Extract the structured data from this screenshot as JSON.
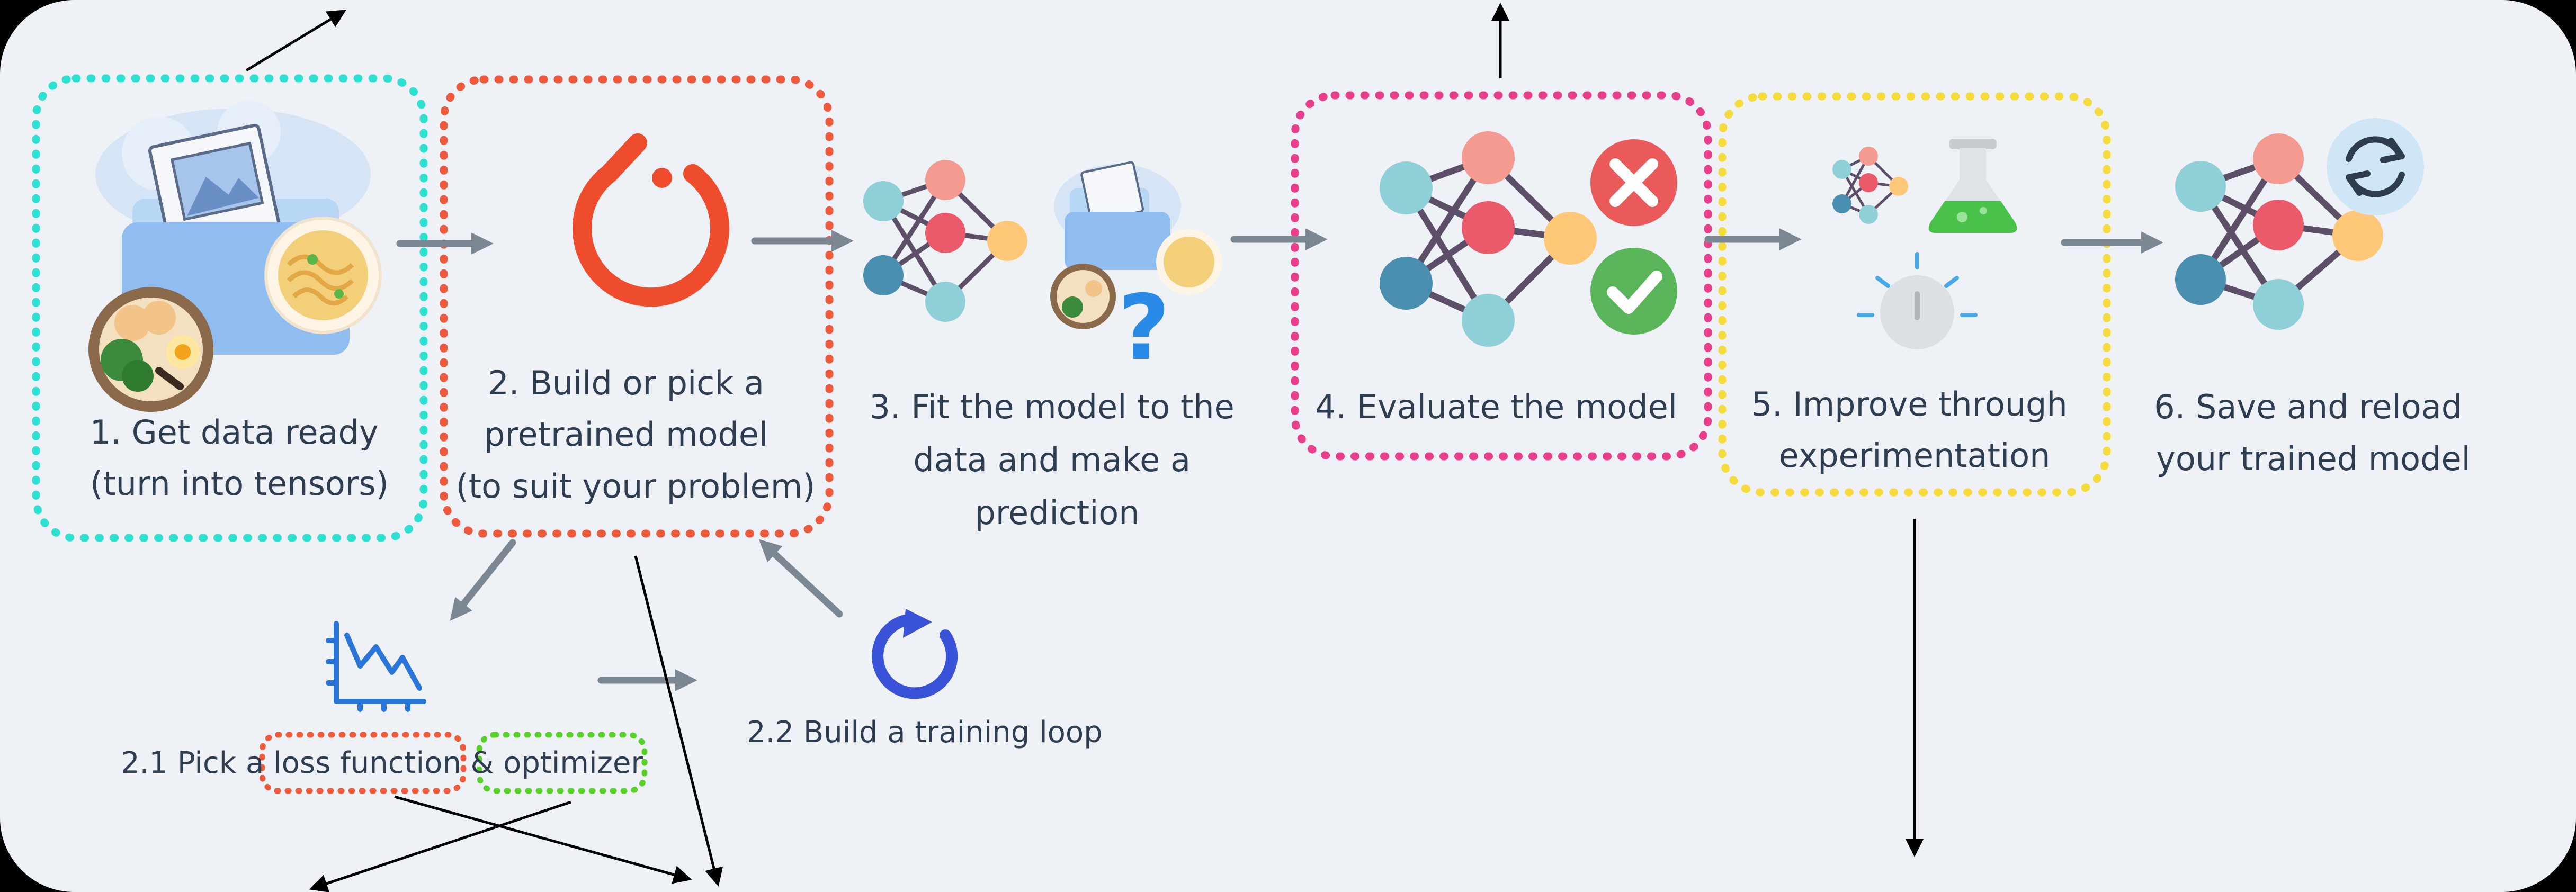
{
  "steps": [
    {
      "id": "step1",
      "lines": [
        "1. Get data ready",
        "(turn into tensors)"
      ],
      "border_color": "#2ee0d0"
    },
    {
      "id": "step2",
      "lines": [
        "2. Build or pick a",
        "pretrained model",
        "(to suit your problem)"
      ],
      "border_color": "#f05a3c"
    },
    {
      "id": "step3",
      "lines": [
        "3. Fit the model to the",
        "data and make a",
        "prediction"
      ]
    },
    {
      "id": "step4",
      "lines": [
        "4. Evaluate the model"
      ],
      "border_color": "#e83e8c"
    },
    {
      "id": "step5",
      "lines": [
        "5. Improve through",
        "experimentation"
      ],
      "border_color": "#f5dc3c"
    },
    {
      "id": "step6",
      "lines": [
        "6. Save and reload",
        "your trained model"
      ]
    }
  ],
  "substeps": {
    "s21": {
      "prefix": "2.1 Pick a ",
      "loss": "loss function",
      "amp": " & ",
      "optimizer": "optimizer"
    },
    "s22": {
      "label": "2.2 Build a training loop"
    }
  },
  "colors": {
    "background": "#eef2f6",
    "text": "#2f3d50",
    "flow_arrow": "#7b8894",
    "node_teal": "#8fcfd8",
    "node_pink": "#f59a90",
    "node_red": "#ea5a6a",
    "node_yellow": "#ffc878",
    "node_blue": "#4a8fb0",
    "pytorch": "#ee4c2c",
    "loss_box": "#f05a3c",
    "optimizer_box": "#5ad02a",
    "loop_icon": "#3a52d8"
  },
  "icons": [
    "data-folder-icon",
    "food-bowl-icon",
    "pytorch-logo-icon",
    "neural-network-icon",
    "question-mark-icon",
    "x-mark-icon",
    "check-mark-icon",
    "flask-icon",
    "timer-icon",
    "refresh-icon",
    "loss-chart-icon",
    "loop-arrow-icon"
  ]
}
